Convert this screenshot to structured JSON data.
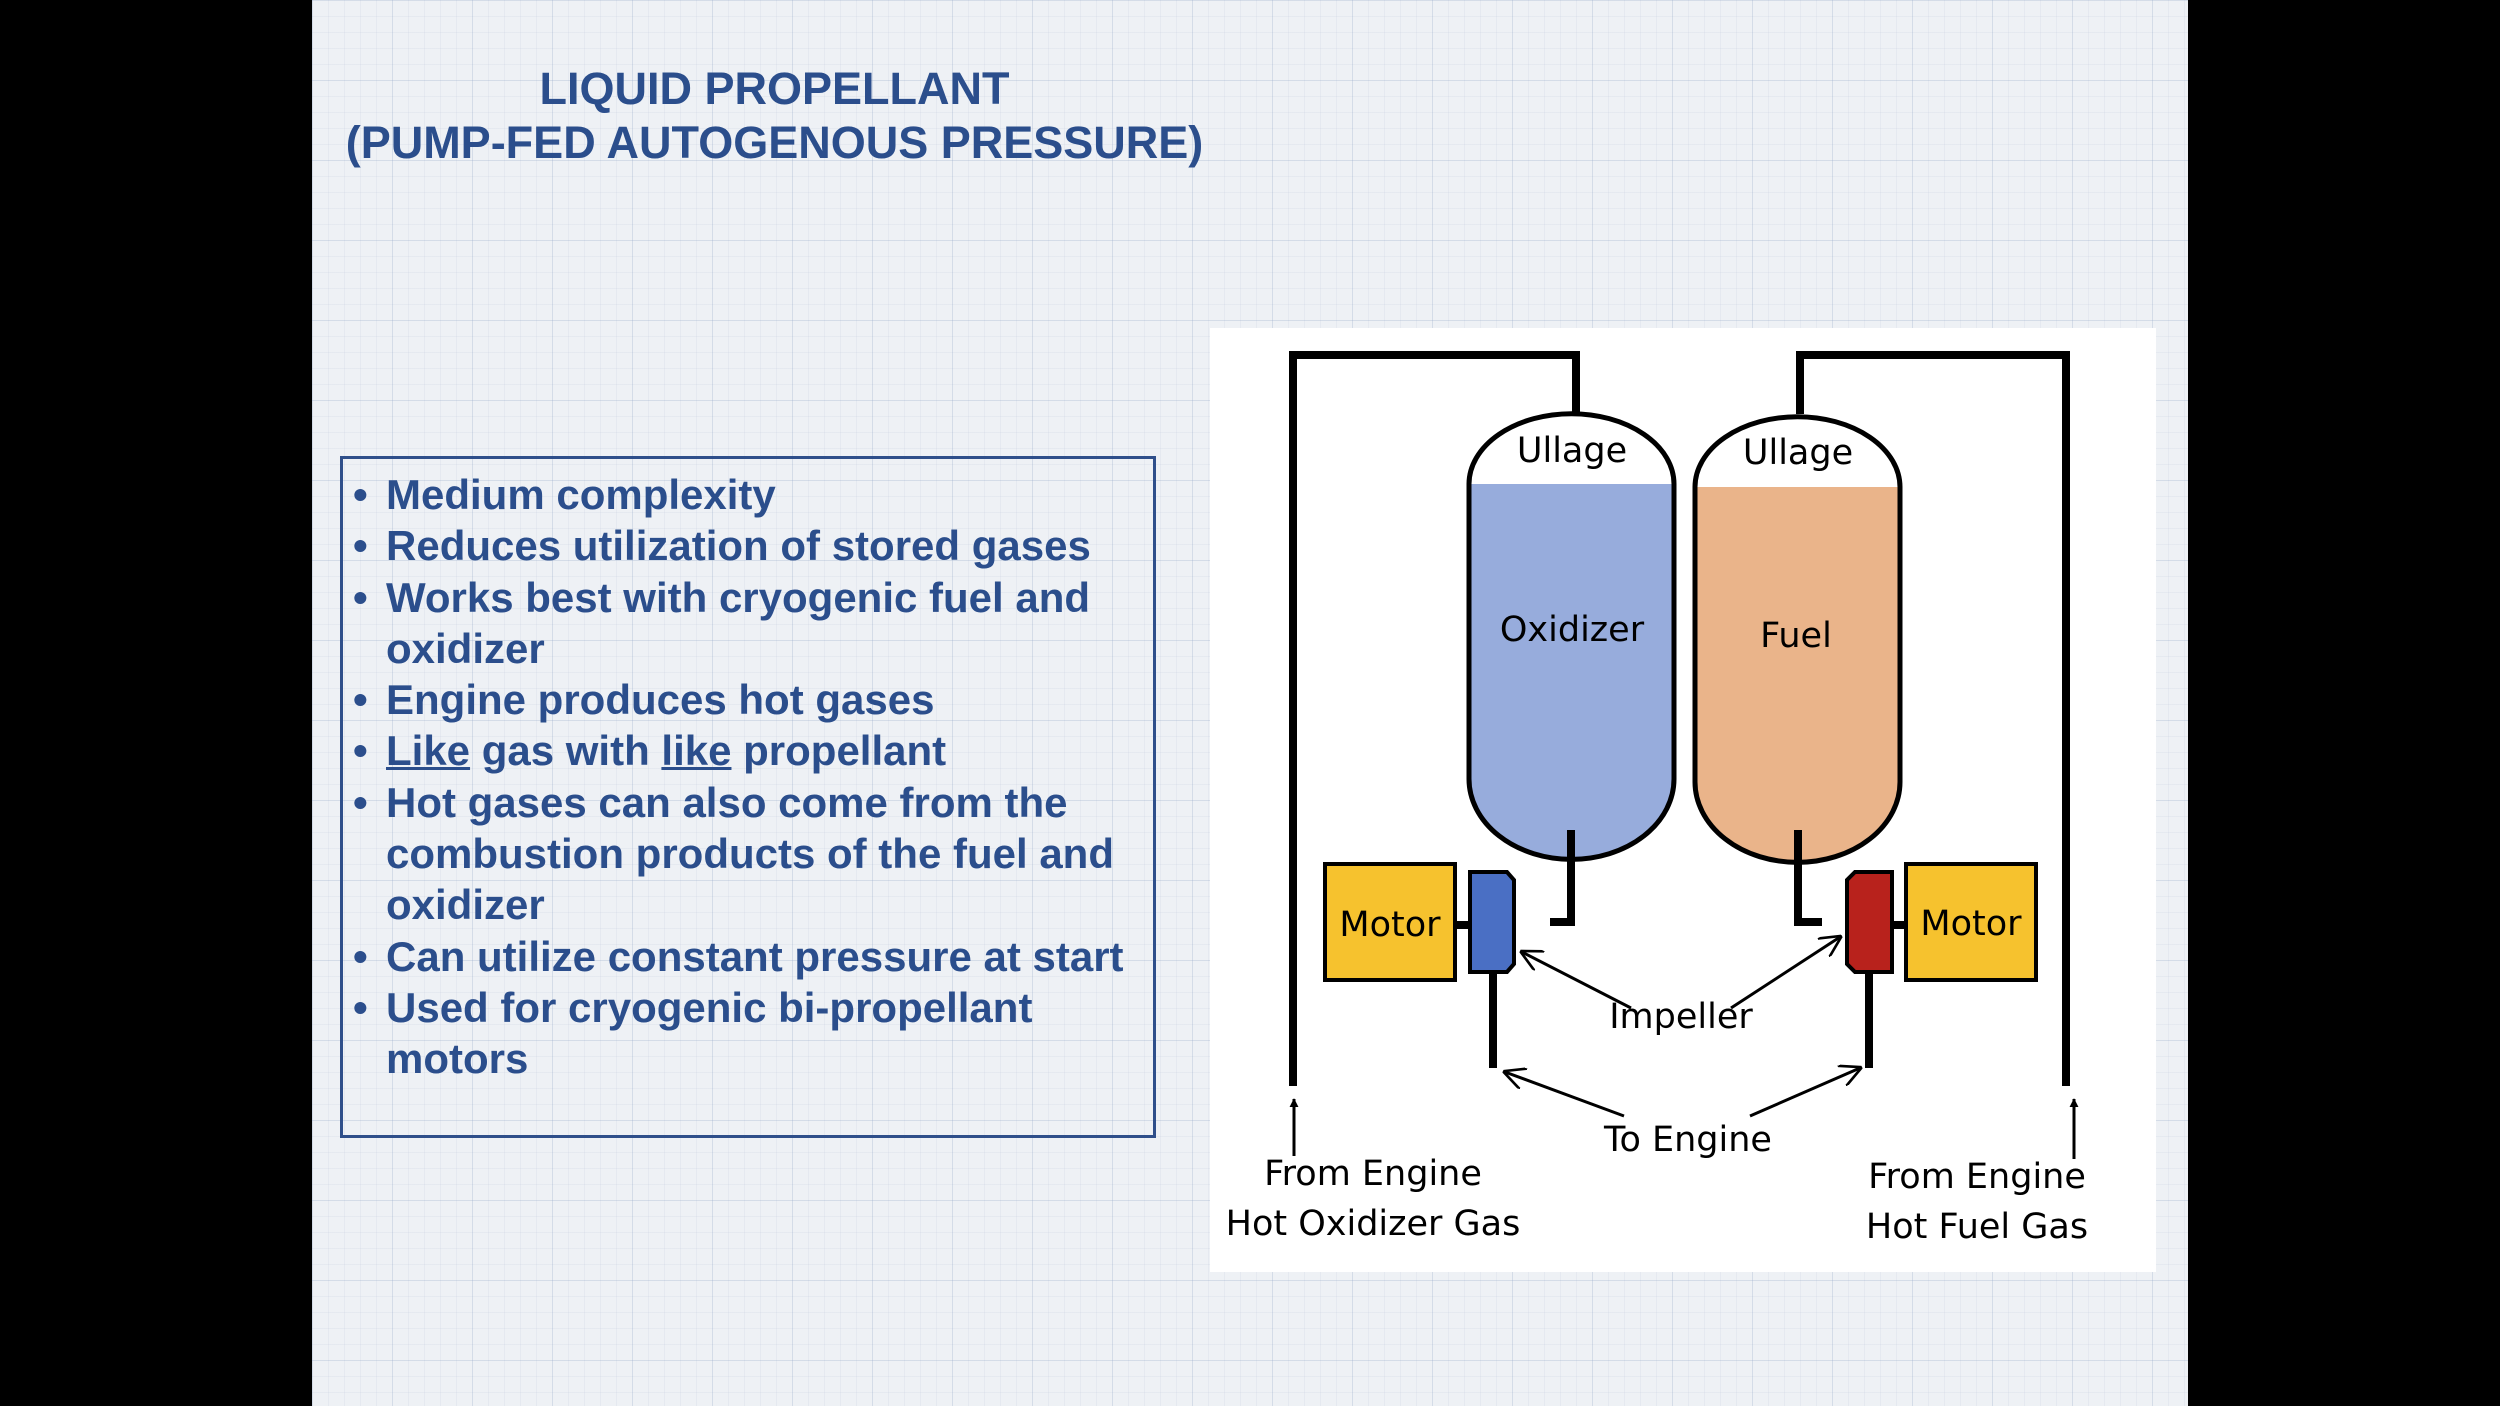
{
  "title": {
    "line1": "LIQUID PROPELLANT",
    "line2": "(PUMP-FED AUTOGENOUS PRESSURE)"
  },
  "bullets": [
    "Medium complexity",
    "Reduces utilization of stored gases",
    "Works best with cryogenic fuel and oxidizer",
    "Engine produces hot gases",
    {
      "u1": "Like",
      "mid": " gas with ",
      "u2": "like",
      "end": " propellant"
    },
    "Hot gases can also come from the combustion products of the fuel and oxidizer",
    "Can utilize constant pressure at start",
    "Used for cryogenic bi-propellant motors"
  ],
  "diagram": {
    "oxidizer_tank": {
      "ullage": "Ullage",
      "content": "Oxidizer",
      "fill_color": "#97acdc"
    },
    "fuel_tank": {
      "ullage": "Ullage",
      "content": "Fuel",
      "fill_color": "#eab48a"
    },
    "motor_left": "Motor",
    "motor_right": "Motor",
    "motor_color": "#f6c22e",
    "impeller_left_color": "#4a6fc4",
    "impeller_right_color": "#b8221c",
    "impeller_label": "Impeller",
    "to_engine_label": "To Engine",
    "from_left": {
      "line1": "From Engine",
      "line2": "Hot Oxidizer Gas"
    },
    "from_right": {
      "line1": "From Engine",
      "line2": "Hot Fuel Gas"
    }
  }
}
